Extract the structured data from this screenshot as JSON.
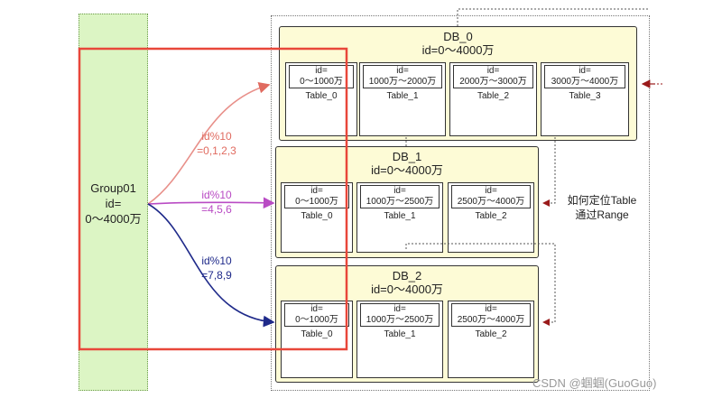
{
  "group": {
    "lines": [
      "Group01",
      "id=",
      "0～4000万"
    ]
  },
  "dbs": [
    {
      "title": "DB_0",
      "range": "id=0～4000万",
      "tables": [
        {
          "head": [
            "id=",
            "0～1000万"
          ],
          "name": "Table_0"
        },
        {
          "head": [
            "id=",
            "1000万～2000万"
          ],
          "name": "Table_1"
        },
        {
          "head": [
            "id=",
            "2000万～3000万"
          ],
          "name": "Table_2"
        },
        {
          "head": [
            "id=",
            "3000万～4000万"
          ],
          "name": "Table_3"
        }
      ]
    },
    {
      "title": "DB_1",
      "range": "id=0～4000万",
      "tables": [
        {
          "head": [
            "id=",
            "0～1000万"
          ],
          "name": "Table_0"
        },
        {
          "head": [
            "id=",
            "1000万～2500万"
          ],
          "name": "Table_1"
        },
        {
          "head": [
            "id=",
            "2500万～4000万"
          ],
          "name": "Table_2"
        }
      ]
    },
    {
      "title": "DB_2",
      "range": "id=0～4000万",
      "tables": [
        {
          "head": [
            "id=",
            "0～1000万"
          ],
          "name": "Table_0"
        },
        {
          "head": [
            "id=",
            "1000万～2500万"
          ],
          "name": "Table_1"
        },
        {
          "head": [
            "id=",
            "2500万～4000万"
          ],
          "name": "Table_2"
        }
      ]
    }
  ],
  "routes": [
    {
      "lines": [
        "id%10",
        "=0,1,2,3"
      ],
      "color": "#e06b60"
    },
    {
      "lines": [
        "id%10",
        "=4,5,6"
      ],
      "color": "#b94bc4"
    },
    {
      "lines": [
        "id%10",
        "=7,8,9"
      ],
      "color": "#1f2a8a"
    }
  ],
  "note": {
    "lines": [
      "如何定位Table",
      "通过Range"
    ]
  },
  "highlight_color": "#e8473a",
  "watermark": "CSDN @蝈蝈(GuoGuo)"
}
